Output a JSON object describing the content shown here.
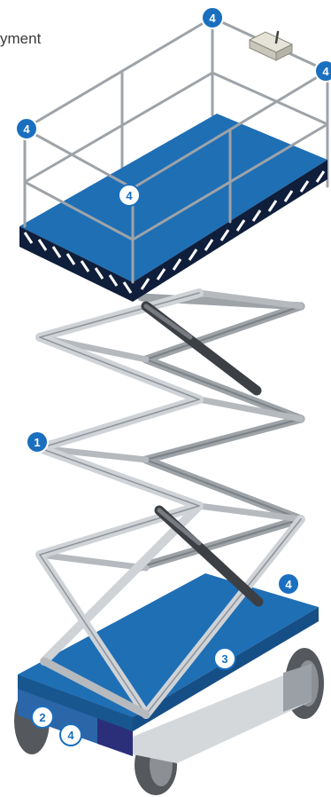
{
  "caption": "yment",
  "badges": [
    {
      "id": "guardrail-top",
      "label": "4"
    },
    {
      "id": "guardrail-right",
      "label": "4"
    },
    {
      "id": "guardrail-left",
      "label": "4"
    },
    {
      "id": "platform-floor",
      "label": "4"
    },
    {
      "id": "scissor-arms",
      "label": "1"
    },
    {
      "id": "base-top-right",
      "label": "4"
    },
    {
      "id": "base-deck",
      "label": "3"
    },
    {
      "id": "chassis-front-upper",
      "label": "2"
    },
    {
      "id": "chassis-front-lower",
      "label": "4"
    }
  ],
  "colors": {
    "deck_blue": "#1f6fb5",
    "deck_blue_dark": "#164f86",
    "rail_gray": "#9ea3a8",
    "scissor_gray": "#c9cdd1",
    "badge_fill": "#1a6fbf",
    "badge_text": "#ffffff",
    "tire": "#5a5d61"
  }
}
